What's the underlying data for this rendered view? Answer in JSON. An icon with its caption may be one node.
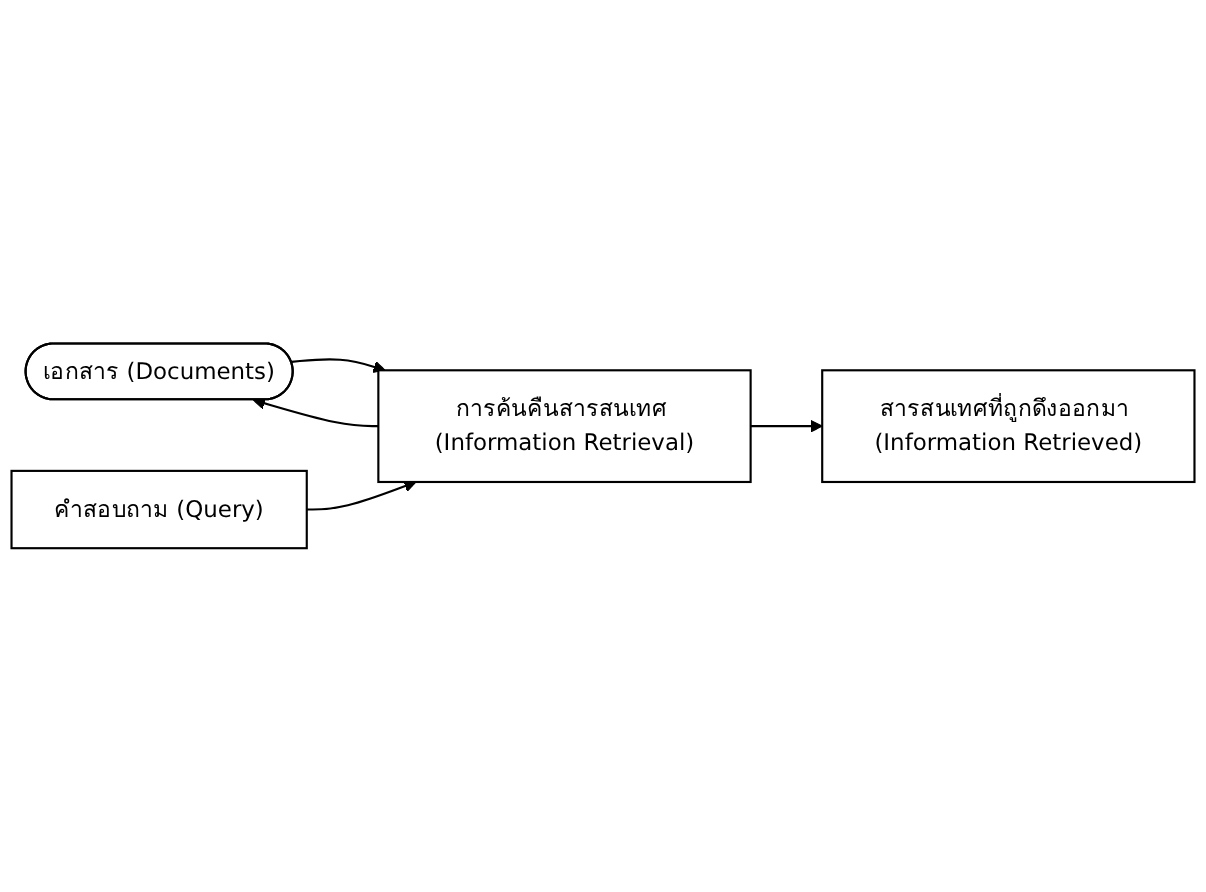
{
  "diagram": {
    "nodes": [
      {
        "text": [
          "เอกสาร (Documents)"
        ]
      },
      {
        "text": [
          "คำสอบถาม (Query)"
        ]
      },
      {
        "text": [
          "การค้นคืนสารสนเทศ (Information Retrieval)"
        ]
      },
      {
        "text": [
          "สารสนเทศที่ถูกดึงออกมา (Information Retrieved)"
        ]
      }
    ],
    "edges": [
      {
        "from": 2,
        "to": 0,
        "arrow": "to"
      },
      {
        "from": 0,
        "to": 2,
        "arrow": "to"
      },
      {
        "from": 1,
        "to": 2,
        "arrow": "to"
      },
      {
        "from": 2,
        "to": 3,
        "arrow": "to"
      }
    ]
  }
}
